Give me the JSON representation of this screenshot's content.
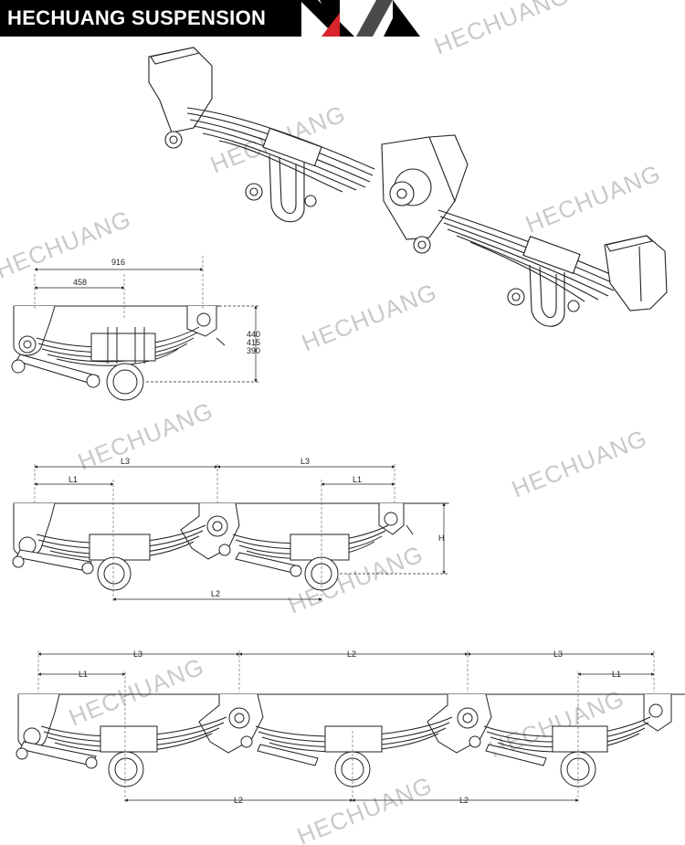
{
  "header": {
    "brand_title": "HECHUANG SUSPENSION",
    "logo_colors": [
      "#d8242b",
      "#4a4a4a",
      "#000000"
    ]
  },
  "watermark": {
    "text": "HECHUANG",
    "color": "#c9c9c9"
  },
  "single_axle": {
    "dimensions": {
      "overall_length": "916",
      "half_length": "458",
      "height_1": "440",
      "height_2": "415",
      "height_3": "390"
    }
  },
  "tandem_axle": {
    "labels": {
      "l3_left": "L3",
      "l3_right": "L3",
      "l1_left": "L1",
      "l1_right": "L1",
      "l2": "L2",
      "h": "H"
    }
  },
  "tridem_axle": {
    "labels": {
      "l3_left": "L3",
      "l2_top": "L2",
      "l3_right": "L3",
      "l1_left": "L1",
      "l1_right": "L1",
      "l2_bottom_left": "L2",
      "l2_bottom_right": "L2"
    }
  }
}
